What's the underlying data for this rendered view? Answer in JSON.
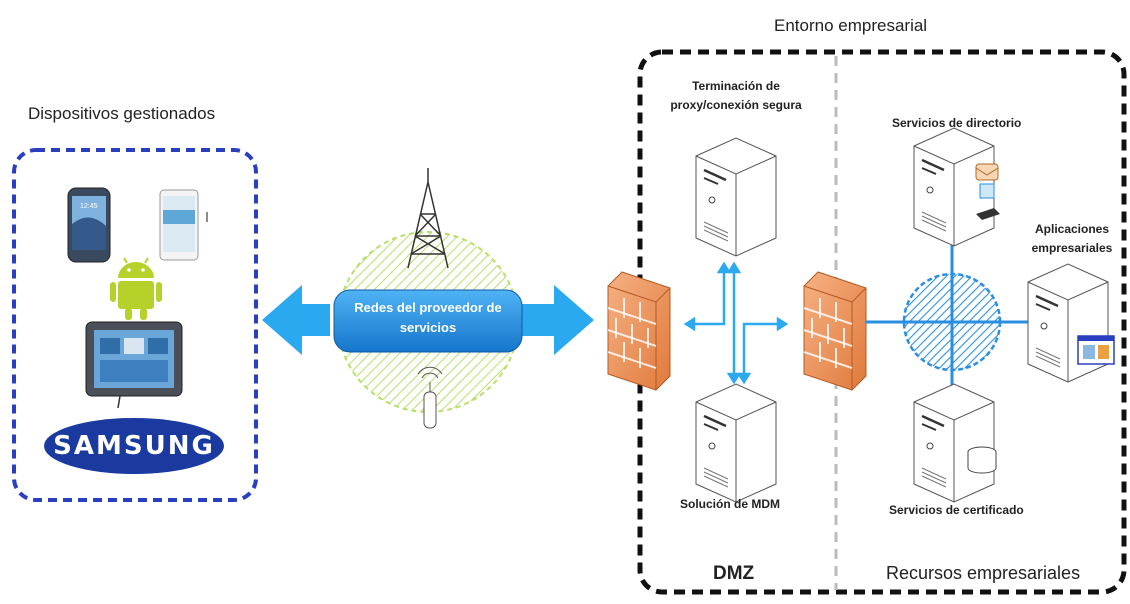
{
  "labels": {
    "enterprise_env": "Entorno empresarial",
    "managed_devices": "Dispositivos gestionados",
    "provider_network": "Redes del proveedor de servicios",
    "proxy": "Terminación de proxy/conexión segura",
    "directory": "Servicios de directorio",
    "enterprise_apps": "Aplicaciones empresariales",
    "mdm": "Solución de MDM",
    "certificate": "Servicios de certificado",
    "dmz": "DMZ",
    "enterprise_resources": "Recursos empresariales"
  },
  "logo": {
    "brand": "SAMSUNG"
  },
  "colors": {
    "device_border": "#2a3fc0",
    "arrow": "#2aa8f0",
    "cloud": "#1f8ae0",
    "hatch_green": "#b6e06a",
    "hatch_blue": "#2a8fe0",
    "firewall": "#e8864a"
  }
}
